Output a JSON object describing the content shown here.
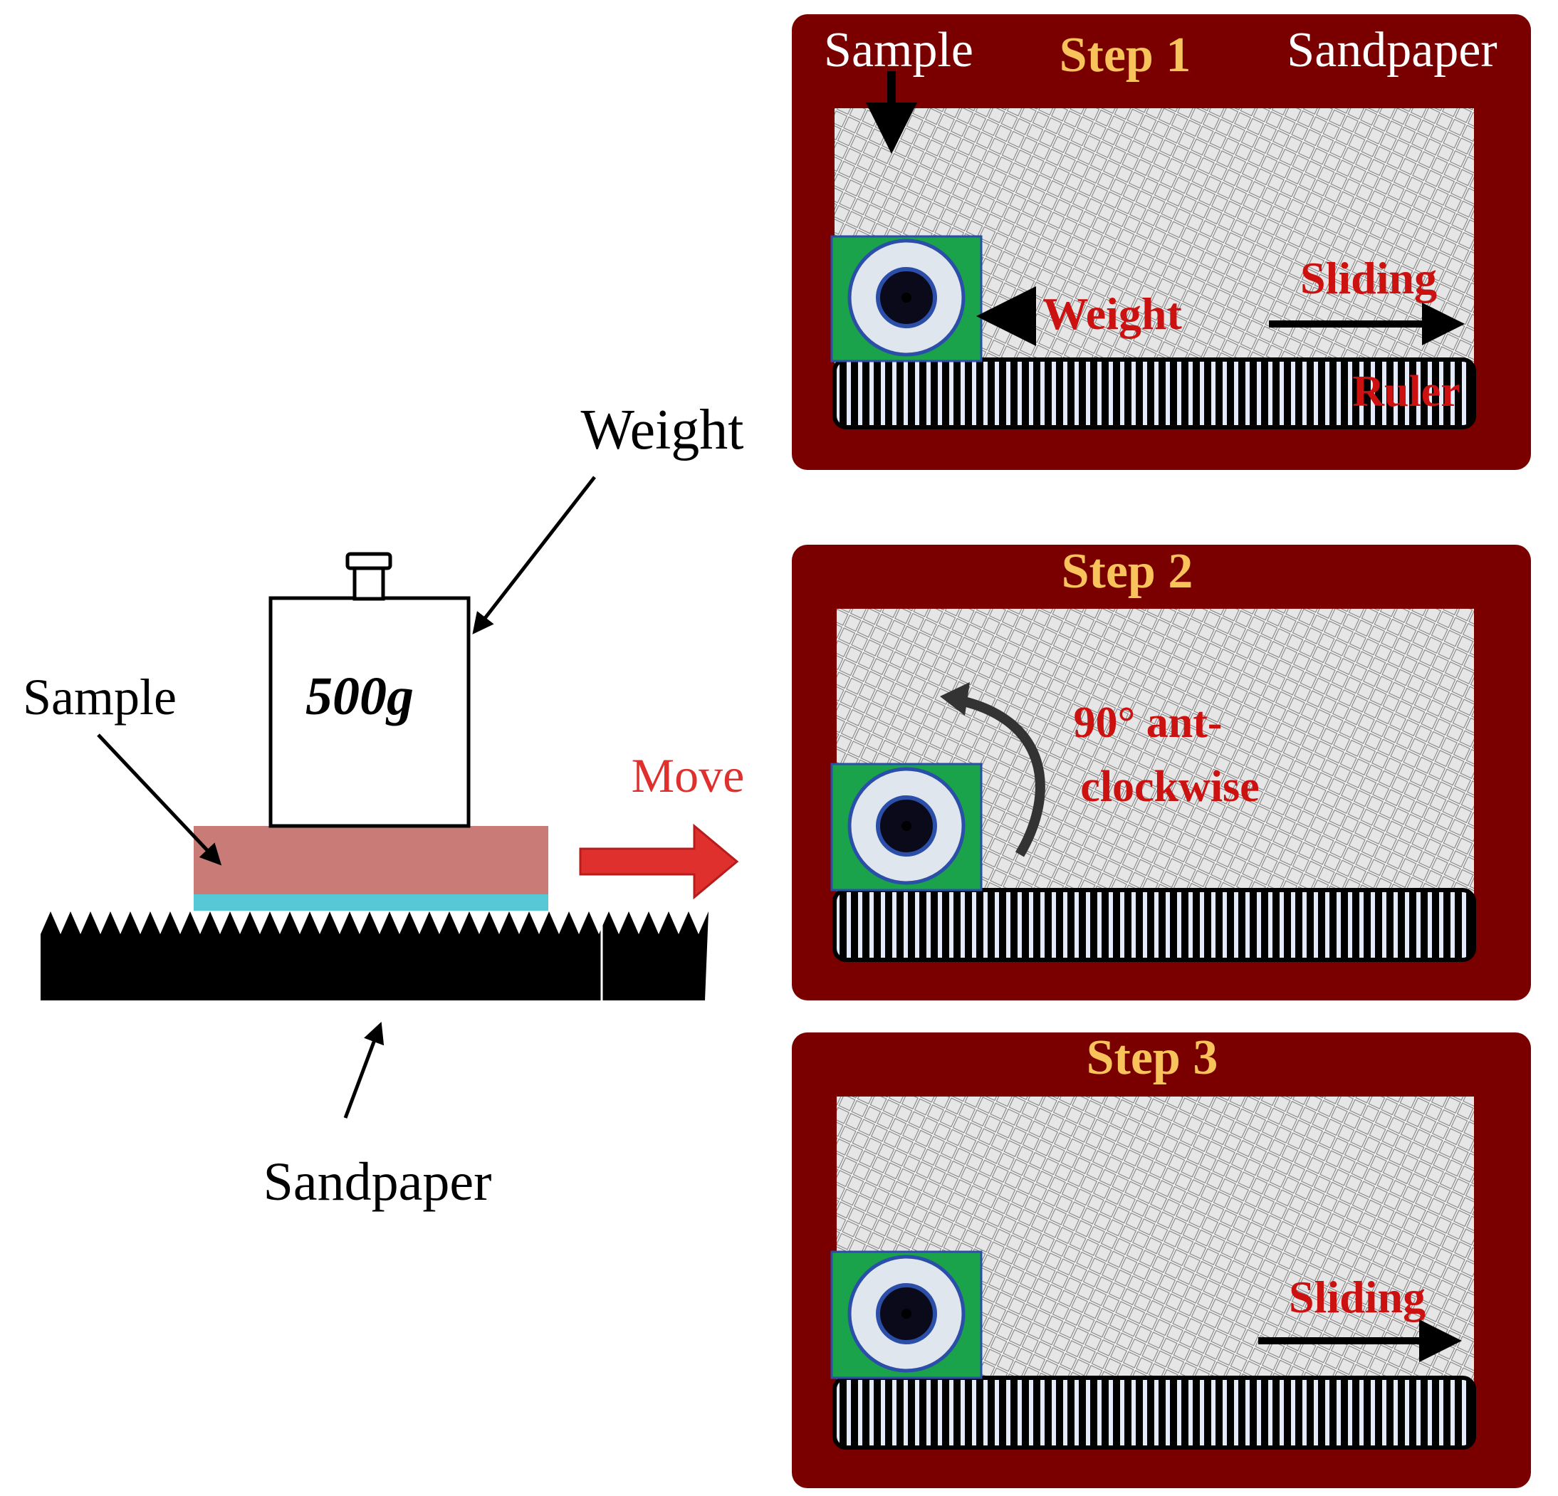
{
  "left_schematic": {
    "weight_label": "Weight",
    "mass_label": "500g",
    "sample_label": "Sample",
    "move_label": "Move",
    "sandpaper_label": "Sandpaper"
  },
  "panels": [
    {
      "step_title": "Step 1",
      "sample_label": "Sample",
      "sandpaper_label": "Sandpaper",
      "weight_label": "Weight",
      "sliding_label": "Sliding",
      "ruler_label": "Ruler"
    },
    {
      "step_title": "Step 2",
      "rotation_line1": "90° ant-",
      "rotation_line2": "clockwise"
    },
    {
      "step_title": "Step 3",
      "sliding_label": "Sliding"
    }
  ],
  "colors": {
    "panel_frame": "#7a0000",
    "step_title": "#f7c35a",
    "annotation_red": "#cc1111",
    "move_arrow": "#e0302e",
    "sample_block": "#c97b78",
    "sample_film": "#57c9d6",
    "weight_holder": "#1aa34a",
    "ring": "#dfe6ee"
  },
  "icons": [
    "mesh-texture",
    "ruler-scale",
    "weight-ring",
    "rotation-arrow",
    "right-arrow"
  ]
}
